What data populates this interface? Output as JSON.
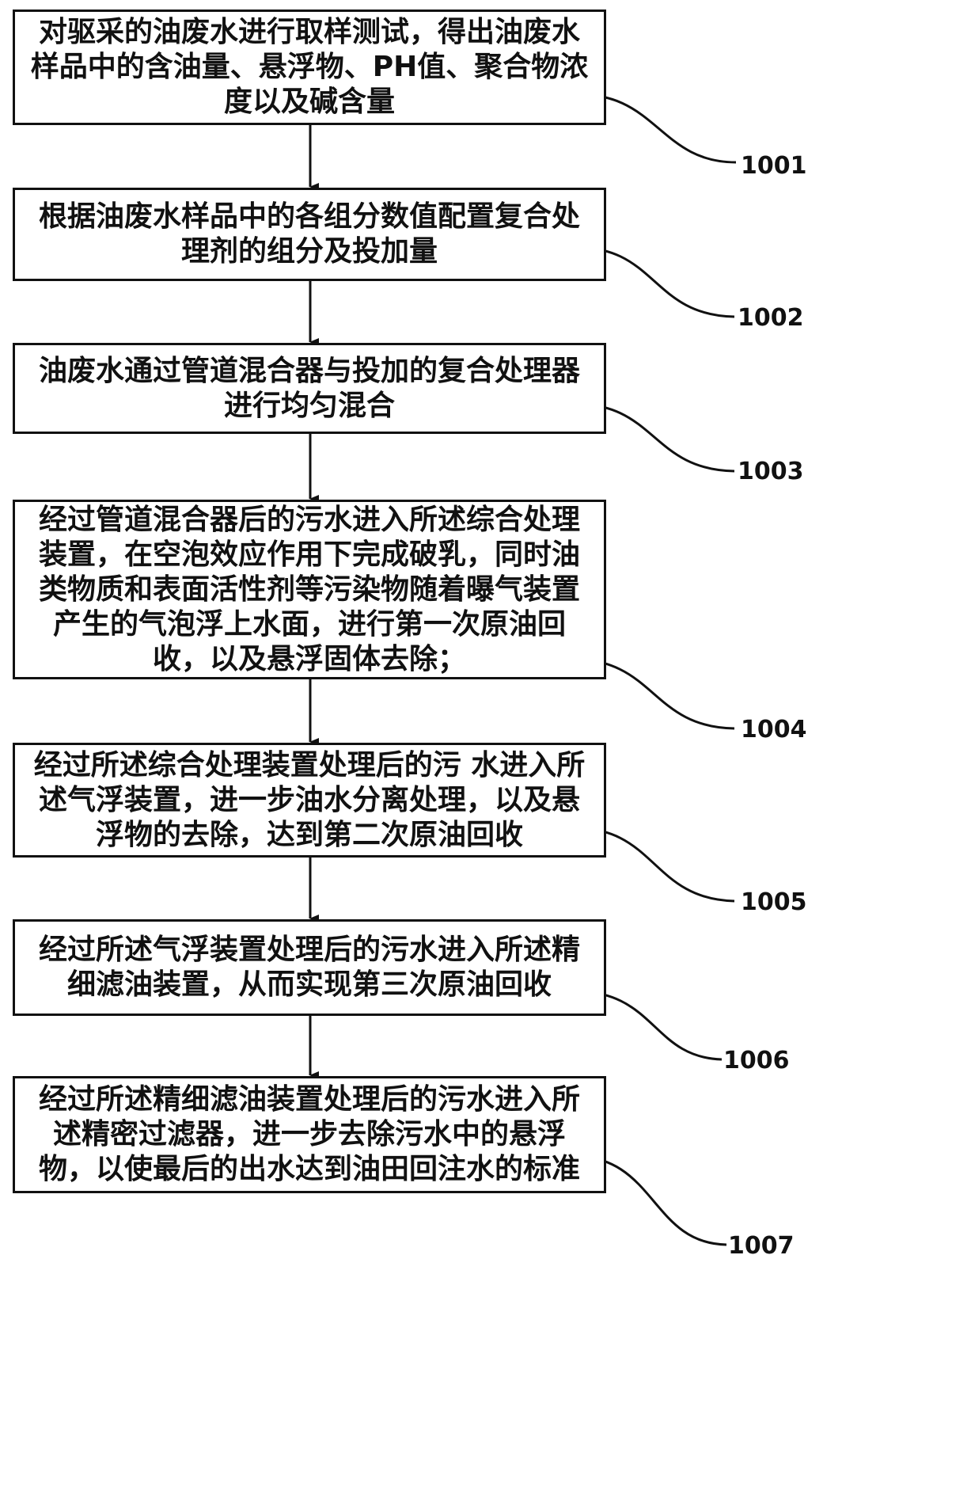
{
  "steps": [
    {
      "text": "对驱采的油废水进行取样测试，得出油废水样品中的含油量、悬浮物、PH值、聚合物浓度以及碱含量",
      "ref": "1001"
    },
    {
      "text": "根据油废水样品中的各组分数值配置复合处理剂的组分及投加量",
      "ref": "1002"
    },
    {
      "text": "油废水通过管道混合器与投加的复合处理器进行均匀混合",
      "ref": "1003"
    },
    {
      "text": "经过管道混合器后的污水进入所述综合处理装置，在空泡效应作用下完成破乳，同时油类物质和表面活性剂等污染物随着曝气装置产生的气泡浮上水面，进行第一次原油回收，以及悬浮固体去除；",
      "ref": "1004"
    },
    {
      "text": "经过所述综合处理装置处理后的污 水进入所述气浮装置，进一步油水分离处理，以及悬浮物的去除，达到第二次原油回收",
      "ref": "1005"
    },
    {
      "text": "经过所述气浮装置处理后的污水进入所述精细滤油装置，从而实现第三次原油回收",
      "ref": "1006"
    },
    {
      "text": "经过所述精细滤油装置处理后的污水进入所述精密过滤器，进一步去除污水中的悬浮物，以使最后的出水达到油田回注水的标准",
      "ref": "1007"
    }
  ],
  "colors": {
    "line": "#111111",
    "background": "#ffffff"
  }
}
